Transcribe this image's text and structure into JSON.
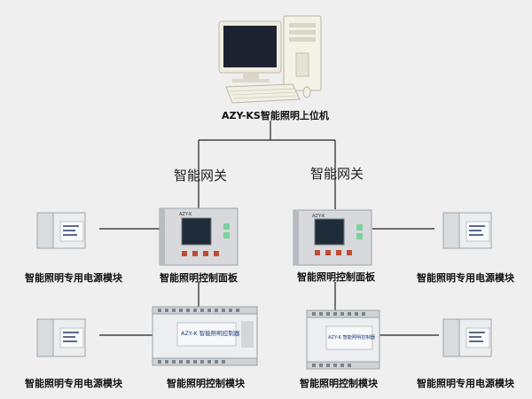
{
  "top": {
    "label": "AZY-KS智能照明上位机"
  },
  "gateways": [
    {
      "label": "智能网关"
    },
    {
      "label": "智能网关"
    }
  ],
  "panels": [
    {
      "label": "智能照明控制面板",
      "screen_text": "AZY-K"
    },
    {
      "label": "智能照明控制面板",
      "screen_text": "AZY-K"
    }
  ],
  "modules": [
    {
      "label": "智能照明控制模块",
      "device_text": "AZY-K 智能照明控制器"
    },
    {
      "label": "智能照明控制模块",
      "device_text": "AZY-K 智能照明控制器"
    }
  ],
  "power_modules": [
    {
      "label": "智能照明专用电源模块"
    },
    {
      "label": "智能照明专用电源模块"
    },
    {
      "label": "智能照明专用电源模块"
    },
    {
      "label": "智能照明专用电源模块"
    }
  ]
}
